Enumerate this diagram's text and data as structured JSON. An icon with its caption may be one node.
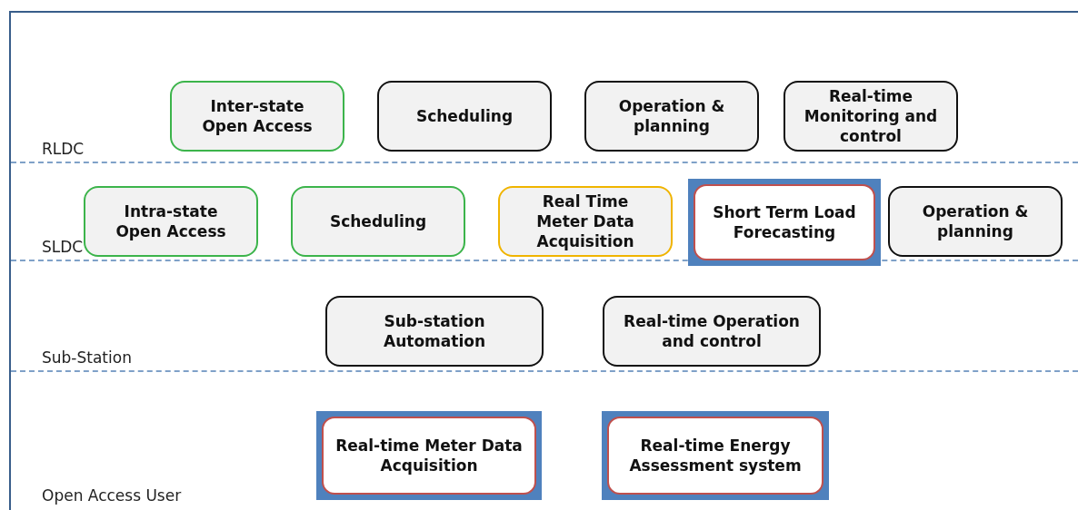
{
  "diagram": {
    "nodes": [
      {
        "text": [
          "RLDC"
        ]
      },
      {
        "text": [
          "Inter-state Open Access"
        ],
        "in": 0
      },
      {
        "text": [
          "Scheduling"
        ],
        "in": 0
      },
      {
        "text": [
          "Operation & planning"
        ],
        "in": 0
      },
      {
        "text": [
          "Real-time Monitoring and control"
        ],
        "in": 0
      },
      {
        "text": [
          "SLDC"
        ]
      },
      {
        "text": [
          "Intra-state Open Access"
        ],
        "in": 5
      },
      {
        "text": [
          "Scheduling"
        ],
        "in": 5
      },
      {
        "text": [
          "Real Time Meter Data Acquisition"
        ],
        "in": 5
      },
      {
        "text": [
          "Short Term Load Forecasting"
        ],
        "in": 5
      },
      {
        "text": [
          "Operation & planning"
        ],
        "in": 5
      },
      {
        "text": [
          "Sub-Station"
        ]
      },
      {
        "text": [
          "Sub-station Automation"
        ],
        "in": 11
      },
      {
        "text": [
          "Real-time Operation and control"
        ],
        "in": 11
      },
      {
        "text": [
          "Open Access User"
        ]
      },
      {
        "text": [
          "Real-time Meter Data Acquisition"
        ],
        "in": 14
      },
      {
        "text": [
          "Real-time Energy Assessment system"
        ],
        "in": 14
      }
    ],
    "edges": []
  }
}
